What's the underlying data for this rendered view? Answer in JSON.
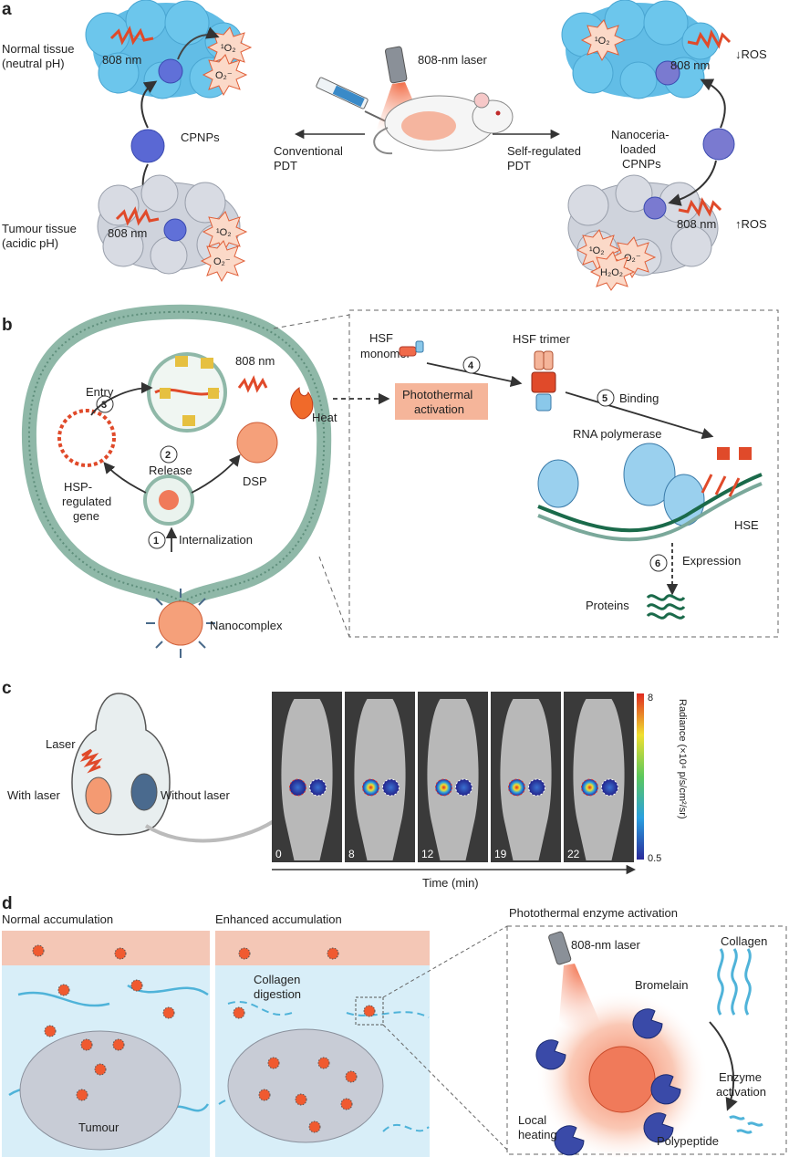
{
  "panel_a": {
    "letter": "a",
    "normal_tissue": [
      "Normal tissue",
      "(neutral pH)"
    ],
    "tumour_tissue": [
      "Tumour tissue",
      "(acidic pH)"
    ],
    "wavelength": "808 nm",
    "cpnps": "CPNPs",
    "laser": "808-nm laser",
    "conventional": [
      "Conventional",
      "PDT"
    ],
    "self_regulated": [
      "Self-regulated",
      "PDT"
    ],
    "nanoceria": [
      "Nanoceria-",
      "loaded",
      "CPNPs"
    ],
    "ros_down": "↓ROS",
    "ros_up": "↑ROS",
    "singlet_oxygen": "¹O₂",
    "superoxide": "O₂⁻",
    "hydrogen_peroxide": "H₂O₂"
  },
  "panel_b": {
    "letter": "b",
    "entry": "Entry",
    "wavelength": "808 nm",
    "heat": "Heat",
    "hsp_gene": [
      "HSP-",
      "regulated",
      "gene"
    ],
    "release": "Release",
    "dsp": "DSP",
    "internalization": "Internalization",
    "nanocomplex": "Nanocomplex",
    "hsf_monomer": [
      "HSF",
      "monomer"
    ],
    "hsf_trimer": "HSF trimer",
    "photothermal": [
      "Photothermal",
      "activation"
    ],
    "binding": "Binding",
    "rna_polymerase": "RNA polymerase",
    "hse": "HSE",
    "expression": "Expression",
    "proteins": "Proteins",
    "steps": [
      "1",
      "2",
      "3",
      "4",
      "5",
      "6"
    ]
  },
  "panel_c": {
    "letter": "c",
    "laser": "Laser",
    "with_laser": "With laser",
    "without_laser": "Without laser",
    "times": [
      "0",
      "8",
      "12",
      "19",
      "22"
    ],
    "time_axis": "Time (min)",
    "scale_max": "8",
    "scale_min": "0.5",
    "radiance": "Radiance (×10⁴ p/s/cm²/sr)"
  },
  "panel_d": {
    "letter": "d",
    "normal": "Normal accumulation",
    "enhanced": "Enhanced accumulation",
    "collagen_digestion": [
      "Collagen",
      "digestion"
    ],
    "tumour": "Tumour",
    "enzyme_title": "Photothermal enzyme activation",
    "laser": "808-nm laser",
    "bromelain": "Bromelain",
    "collagen": "Collagen",
    "enzyme_activation": [
      "Enzyme",
      "activation"
    ],
    "local_heating": [
      "Local",
      "heating"
    ],
    "polypeptide": "Polypeptide"
  },
  "colors": {
    "normal_tissue": "#62bde6",
    "tumour_tissue": "#cfd3dc",
    "membrane": "#8fb8a8",
    "nanoparticle": "#f07a5a",
    "laser_wave": "#e04a2a",
    "photothermal_box": "#f5b59a",
    "collagen": "#4fb3d9"
  }
}
